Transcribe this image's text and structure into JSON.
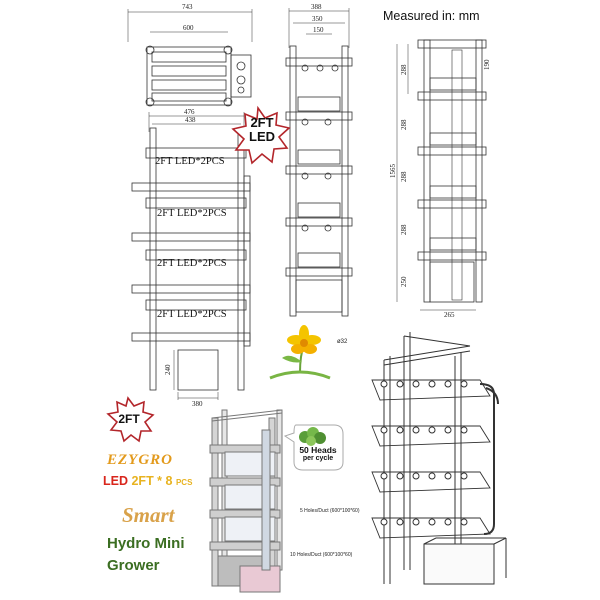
{
  "measured_label": "Measured in: mm",
  "top_view": {
    "dims": [
      "743",
      "600"
    ]
  },
  "side_view": {
    "dims": [
      "388",
      "350",
      "150"
    ]
  },
  "front_view": {
    "dims": [
      "476",
      "438"
    ],
    "bottom_dims": [
      "240",
      "380"
    ]
  },
  "right_view": {
    "dims": [
      "288",
      "190",
      "288",
      "1565",
      "288",
      "288",
      "250",
      "265"
    ]
  },
  "led_burst": {
    "line1": "2FT",
    "line2": "LED"
  },
  "shelf_labels": [
    "2FT LED*2PCS",
    "2FT LED*2PCS",
    "2FT LED*2PCS",
    "2FT LED*2PCS"
  ],
  "burst_2ft": "2FT",
  "brand": "EZYGRO",
  "led_line": {
    "led": "LED",
    "rest": "2FT * 8",
    "pcs": "PCS"
  },
  "smart": "Smart",
  "product_line1": "Hydro Mini",
  "product_line2": "Grower",
  "heads_badge": {
    "line1": "50 Heads",
    "line2": "per cycle"
  },
  "iso_notes": {
    "diameter": "ø32",
    "holes5": "5 Holes/Duct (600*100*60)",
    "holes10": "10 Holes/Duct (600*100*60)"
  },
  "colors": {
    "brand_orange": "#e39a1c",
    "led_red": "#d9261c",
    "led_yellow": "#e8b320",
    "product_green": "#3b6e22",
    "burst_red": "#b3262b"
  }
}
